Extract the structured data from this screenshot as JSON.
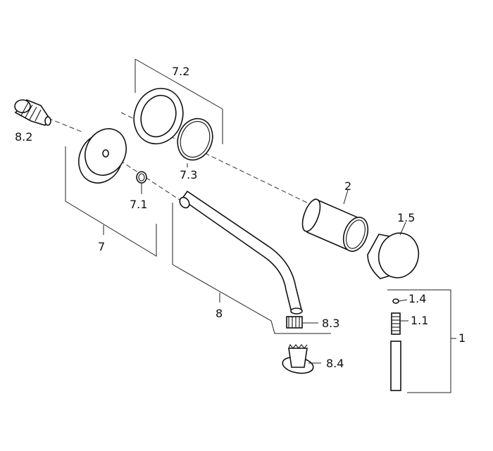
{
  "labels": {
    "p1": "1",
    "p1_1": "1.1",
    "p1_4": "1.4",
    "p1_5": "1.5",
    "p2": "2",
    "p7": "7",
    "p7_1": "7.1",
    "p7_2": "7.2",
    "p7_3": "7.3",
    "p8": "8",
    "p8_2": "8.2",
    "p8_3": "8.3",
    "p8_4": "8.4"
  },
  "colors": {
    "line": "#111111",
    "background": "#ffffff"
  }
}
